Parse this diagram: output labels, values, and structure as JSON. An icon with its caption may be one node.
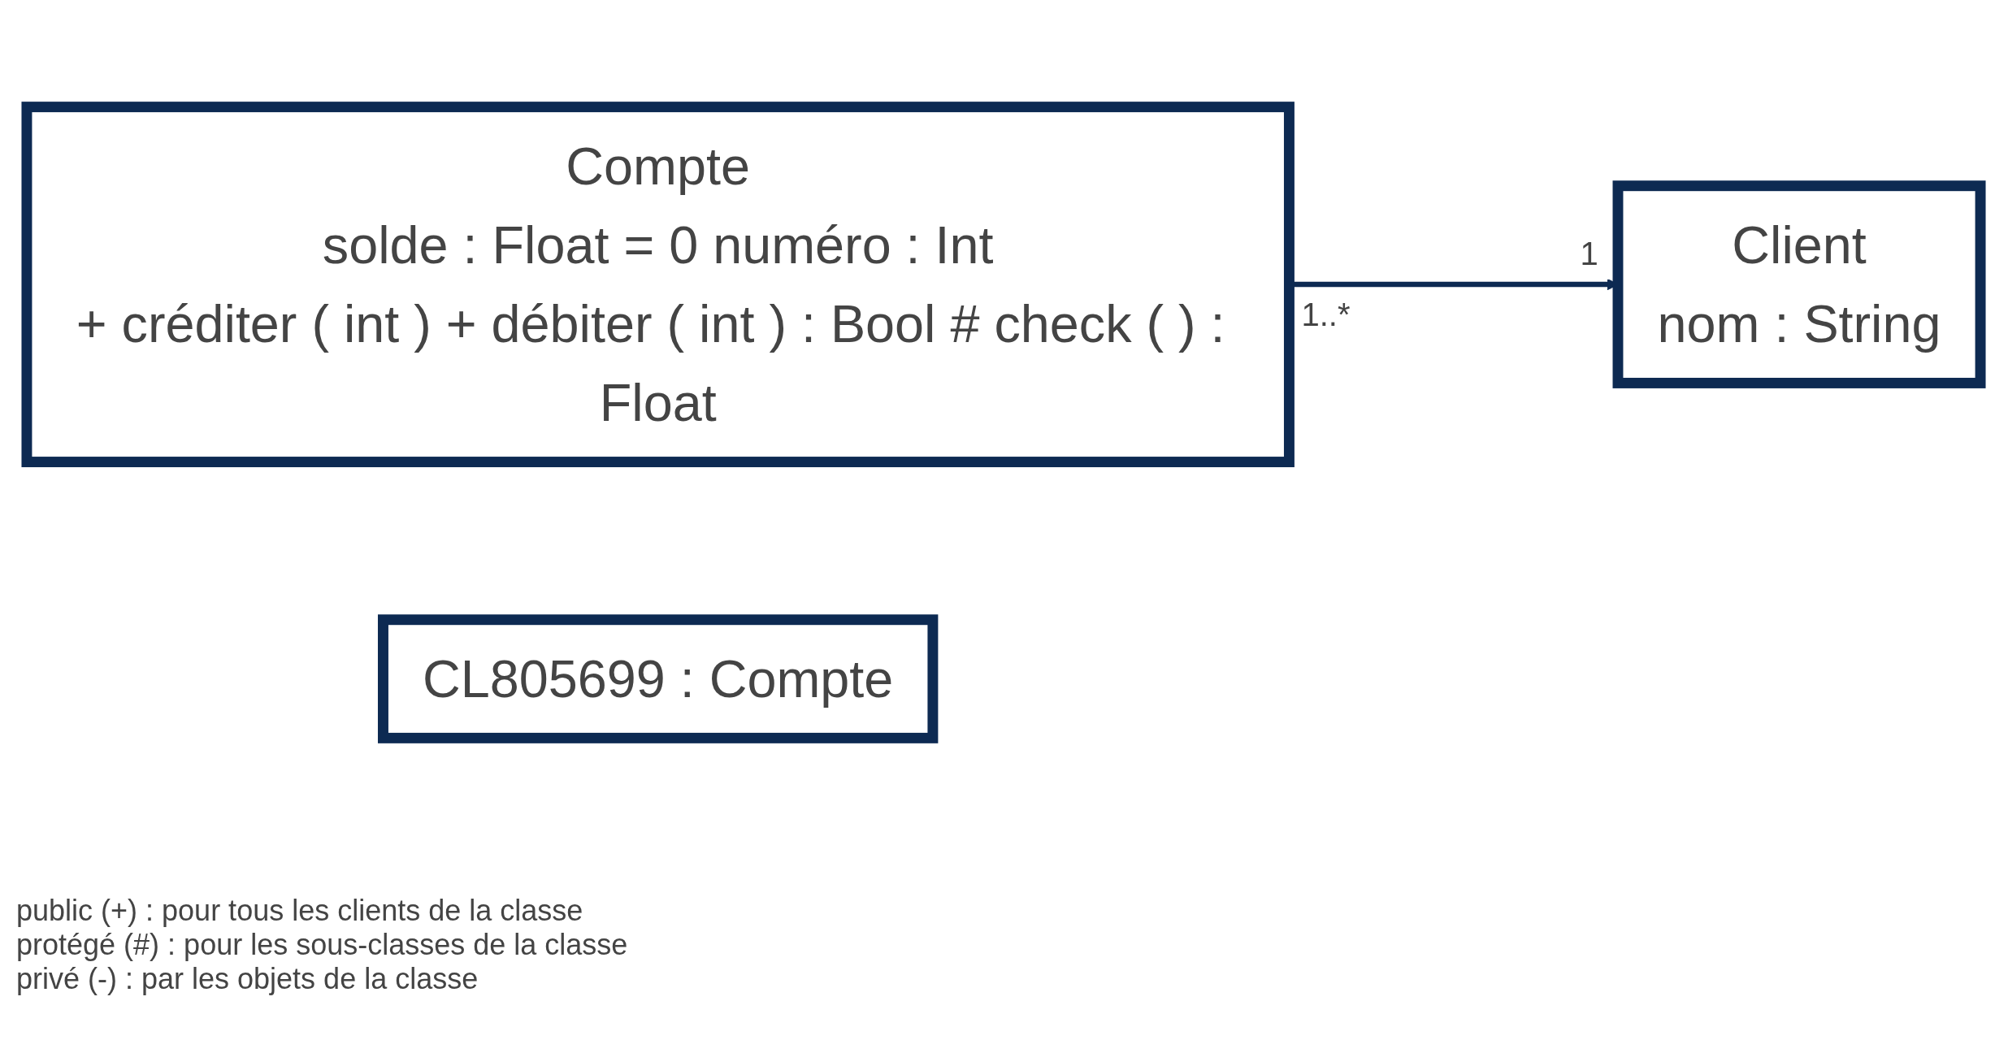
{
  "diagram": {
    "nodes": [
      {
        "text": [
          "Compte",
          "solde : Float = 0 numéro : Int",
          "+ créditer ( int ) + débiter ( int ) : Bool # check ( ) : Float"
        ]
      },
      {
        "text": [
          "Client",
          "nom : String"
        ]
      },
      {
        "text": [
          "CL805699 : Compte"
        ]
      }
    ],
    "edges": [
      {
        "from": 0,
        "to": 1,
        "arrow": "to"
      }
    ],
    "labels": [
      "1",
      "1..*",
      "public (+) : pour tous les clients de la classe",
      "protégé (#) : pour les sous-classes de la classe",
      "privé (-) : par les objets de la classe"
    ]
  }
}
